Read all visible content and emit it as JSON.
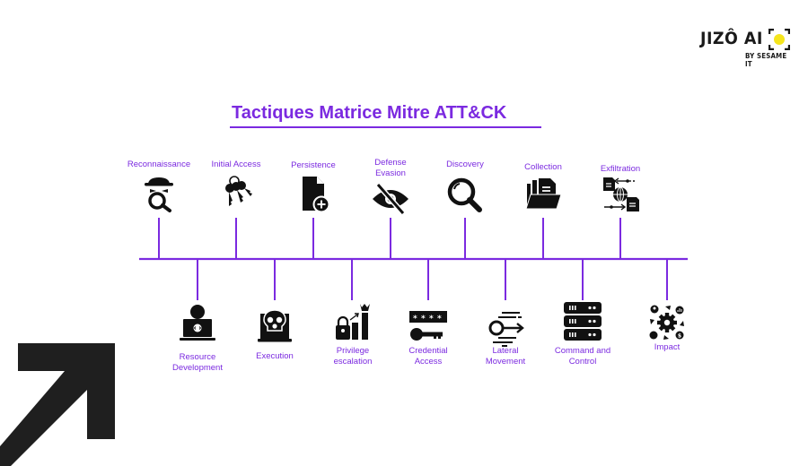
{
  "logo": {
    "name": "JIZÔ AI",
    "subtitle": "BY SESAME IT",
    "accent_color": "#f5e51d"
  },
  "title": "Tactiques Matrice Mitre ATT&CK",
  "colors": {
    "accent": "#7b2ae0",
    "icon": "#111111",
    "arrow": "#1f1f1f"
  },
  "tactics_top": [
    {
      "label": "Reconnaissance",
      "icon": "spy-magnifier-icon"
    },
    {
      "label": "Initial Access",
      "icon": "keys-icon"
    },
    {
      "label": "Persistence",
      "icon": "file-add-icon"
    },
    {
      "label": "Defense Evasion",
      "icon": "eye-slash-icon"
    },
    {
      "label": "Discovery",
      "icon": "magnifier-icon"
    },
    {
      "label": "Collection",
      "icon": "folder-files-icon"
    },
    {
      "label": "Exfiltration",
      "icon": "data-transfer-globe-icon"
    }
  ],
  "tactics_bottom": [
    {
      "label": "Resource Development",
      "icon": "developer-laptop-icon"
    },
    {
      "label": "Execution",
      "icon": "skull-laptop-icon"
    },
    {
      "label": "Privilege escalation",
      "icon": "lock-bars-crown-icon"
    },
    {
      "label": "Credential Access",
      "icon": "password-key-icon"
    },
    {
      "label": "Lateral Movement",
      "icon": "lateral-arrow-icon"
    },
    {
      "label": "Command and Control",
      "icon": "server-stack-icon"
    },
    {
      "label": "Impact",
      "icon": "gear-impact-icon"
    }
  ]
}
